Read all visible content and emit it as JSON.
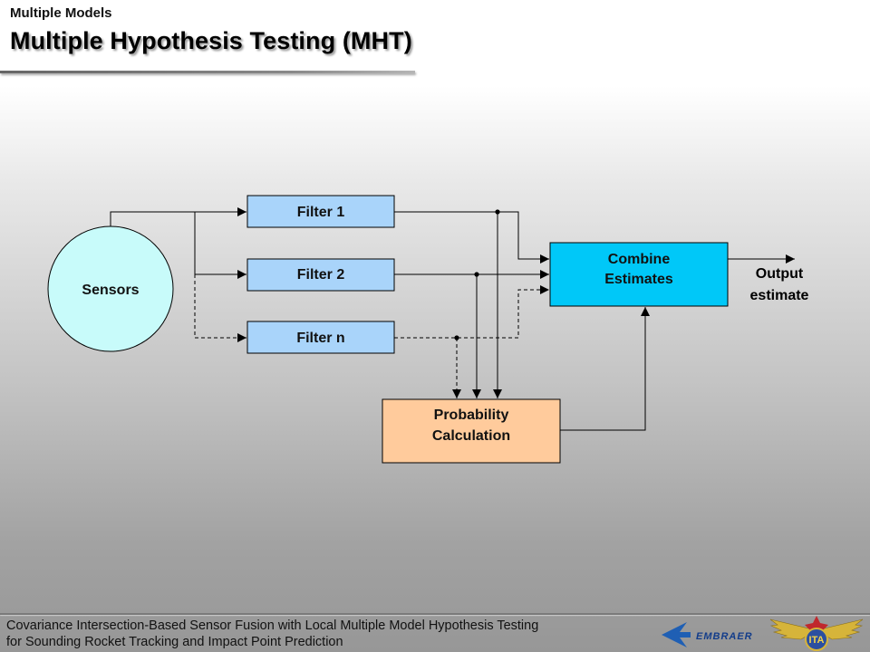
{
  "header": {
    "subtitle": "Multiple Models",
    "title": "Multiple Hypothesis Testing (MHT)"
  },
  "diagram": {
    "sensors": "Sensors",
    "filters": [
      "Filter 1",
      "Filter 2",
      "Filter n"
    ],
    "combine": [
      "Combine",
      "Estimates"
    ],
    "output": [
      "Output",
      "estimate"
    ],
    "probability": [
      "Probability",
      "Calculation"
    ]
  },
  "footer": {
    "line1": "Covariance Intersection-Based Sensor Fusion with Local Multiple Model Hypothesis Testing",
    "line2": "for Sounding Rocket Tracking and Impact Point Prediction"
  },
  "logos": {
    "embraer": "EMBRAER",
    "ita": "ITA"
  },
  "colors": {
    "filter_fill": "#a9d4fa",
    "combine_fill": "#00c8f8",
    "probability_fill": "#ffcb9c",
    "sensors_fill": "#c8fbfa"
  }
}
